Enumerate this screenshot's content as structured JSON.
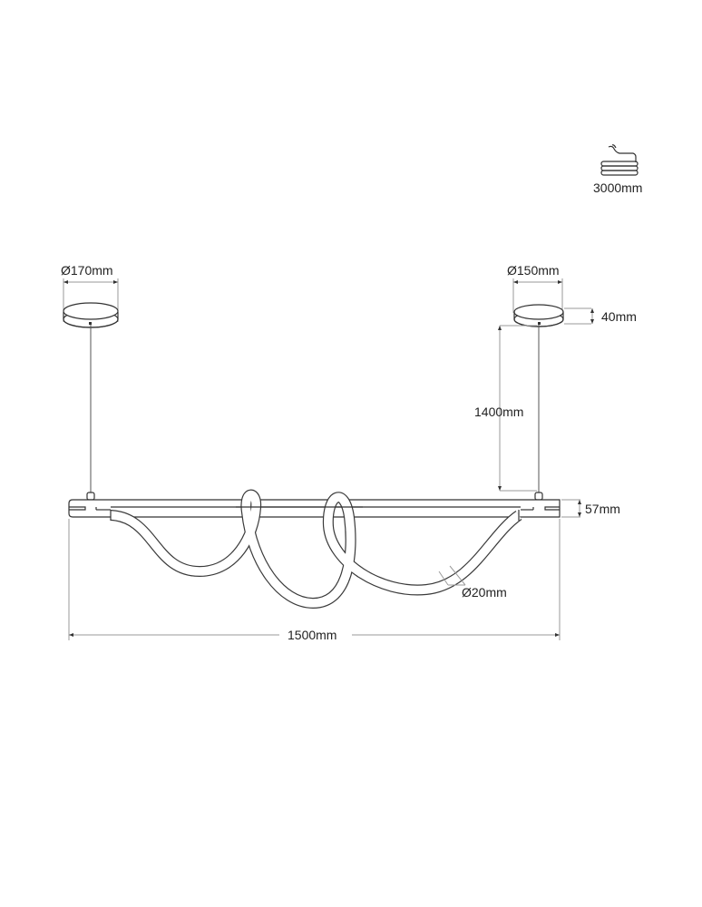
{
  "accessory": {
    "icon": "cable-coil-icon",
    "cable_length": "3000mm"
  },
  "dimensions": {
    "canopy_left_diameter": "Ø170mm",
    "canopy_right_diameter": "Ø150mm",
    "canopy_height": "40mm",
    "suspension_length": "1400mm",
    "bar_height": "57mm",
    "tube_diameter": "Ø20mm",
    "total_width": "1500mm"
  },
  "colors": {
    "line": "#333333",
    "dimension_line": "#9a9a9a",
    "text": "#222222",
    "background": "#ffffff"
  }
}
